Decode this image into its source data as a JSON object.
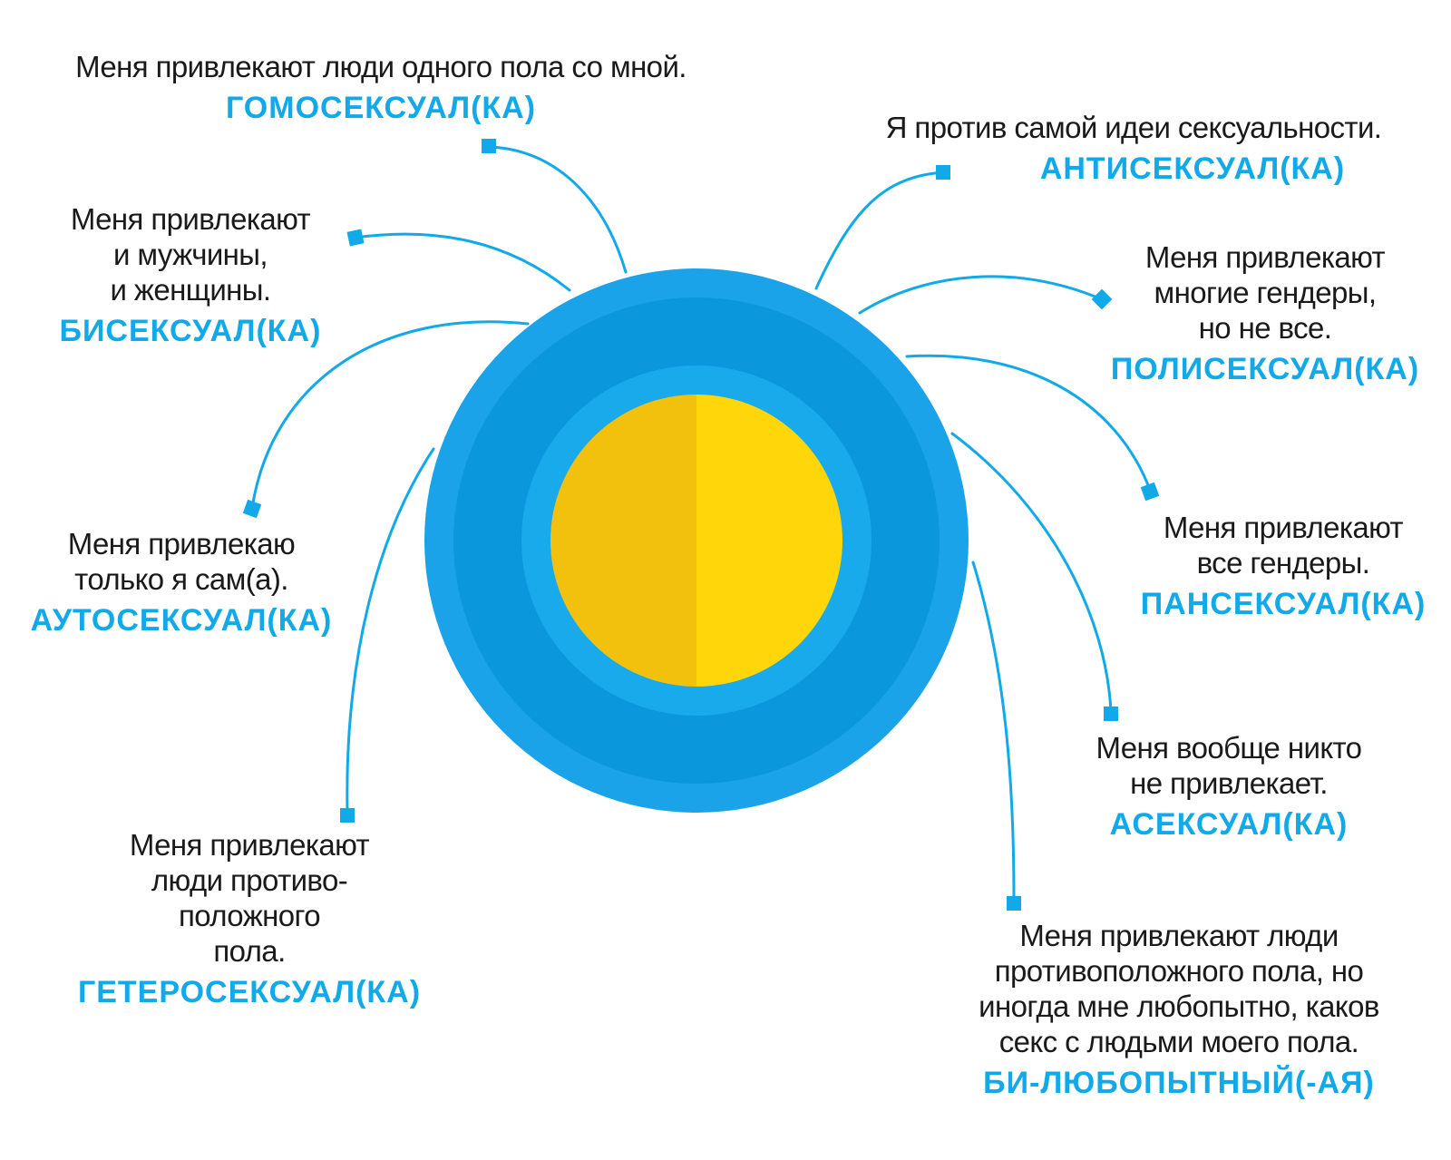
{
  "colors": {
    "outer_ring": "#1aa3e8",
    "middle_ring": "#0a97dc",
    "inner_ring": "#19aaeb",
    "core_left": "#f2c10e",
    "core_right": "#ffd60a",
    "line": "#12a9e8",
    "term": "#12a9e8",
    "text": "#1a1a1a"
  },
  "labels": {
    "homo": {
      "desc": [
        "Меня привлекают люди одного пола со мной."
      ],
      "term": "ГОМОСЕКСУАЛ(КА)"
    },
    "bi": {
      "desc": [
        "Меня привлекают",
        "и мужчины,",
        "и женщины."
      ],
      "term": "БИСЕКСУАЛ(КА)"
    },
    "auto": {
      "desc": [
        "Меня привлекаю",
        "только я сам(а)."
      ],
      "term": "АУТОСЕКСУАЛ(КА)"
    },
    "hetero": {
      "desc": [
        "Меня привлекают",
        "люди противо-",
        "положного",
        "пола."
      ],
      "term": "ГЕТЕРОСЕКСУАЛ(КА)"
    },
    "anti": {
      "desc": [
        "Я против самой идеи сексуальности."
      ],
      "term": "АНТИСЕКСУАЛ(КА)"
    },
    "poly": {
      "desc": [
        "Меня привлекают",
        "многие гендеры,",
        "но не все."
      ],
      "term": "ПОЛИСЕКСУАЛ(КА)"
    },
    "pan": {
      "desc": [
        "Меня привлекают",
        "все гендеры."
      ],
      "term": "ПАНСЕКСУАЛ(КА)"
    },
    "ace": {
      "desc": [
        "Меня вообще никто",
        "не привлекает."
      ],
      "term": "АСЕКСУАЛ(КА)"
    },
    "bicurious": {
      "desc": [
        "Меня привлекают люди",
        "противоположного пола, но",
        "иногда мне любопытно, каков",
        "секс с людьми моего пола."
      ],
      "term": "БИ-ЛЮБОПЫТНЫЙ(-АЯ)"
    }
  }
}
